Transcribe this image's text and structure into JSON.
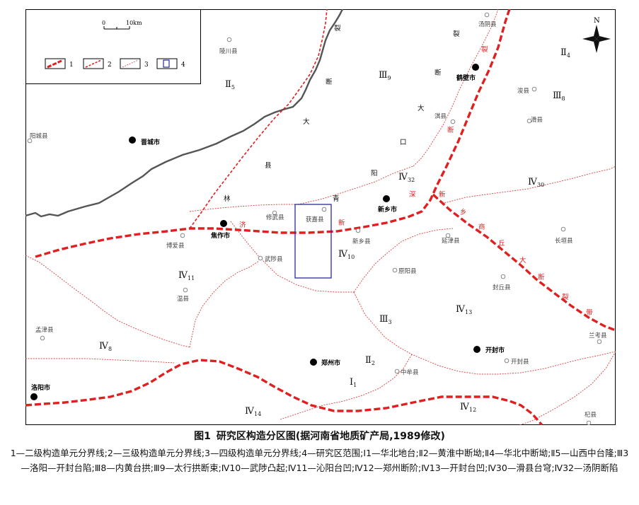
{
  "map": {
    "scale_bar": {
      "start": "0",
      "end": "10km"
    },
    "north_label": "N",
    "legend": [
      {
        "key": "1",
        "label": "1",
        "meaning_ref": "caption"
      },
      {
        "key": "2",
        "label": "2"
      },
      {
        "key": "3",
        "label": "3"
      },
      {
        "key": "4",
        "label": "4"
      }
    ],
    "colors": {
      "level2": "#e02020",
      "level3": "#e02020",
      "level4": "#d94040",
      "river": "#555555",
      "study_area": "#2a2aa0",
      "frame": "#000000"
    },
    "cities": [
      {
        "id": "jincheng",
        "name": "晋城市",
        "kind": "major"
      },
      {
        "id": "hebi",
        "name": "鹤壁市",
        "kind": "major"
      },
      {
        "id": "xinxiang",
        "name": "新乡市",
        "kind": "major"
      },
      {
        "id": "jiaozuo",
        "name": "焦作市",
        "kind": "major"
      },
      {
        "id": "kaifeng",
        "name": "开封市",
        "kind": "major"
      },
      {
        "id": "zhengzhou",
        "name": "郑州市",
        "kind": "major"
      },
      {
        "id": "luoyang",
        "name": "洛阳市",
        "kind": "major"
      }
    ],
    "counties": [
      {
        "id": "lingchuan",
        "name": "陵川县"
      },
      {
        "id": "tangyin",
        "name": "汤阴县"
      },
      {
        "id": "xunxian",
        "name": "浚县"
      },
      {
        "id": "huaxian",
        "name": "滑县"
      },
      {
        "id": "qixian",
        "name": "淇县"
      },
      {
        "id": "yangcheng",
        "name": "阳城县"
      },
      {
        "id": "xiuwu",
        "name": "修武县"
      },
      {
        "id": "huojia",
        "name": "获嘉县"
      },
      {
        "id": "boai",
        "name": "博爱县"
      },
      {
        "id": "xinxiangxian",
        "name": "新乡县"
      },
      {
        "id": "yanjin",
        "name": "延津县"
      },
      {
        "id": "changyuan",
        "name": "长垣县"
      },
      {
        "id": "wuzhi",
        "name": "武陟县"
      },
      {
        "id": "yuanyang",
        "name": "原阳县"
      },
      {
        "id": "fengqiu",
        "name": "封丘县"
      },
      {
        "id": "wenxian",
        "name": "温县"
      },
      {
        "id": "mengjin",
        "name": "孟津县"
      },
      {
        "id": "lankao",
        "name": "兰考县"
      },
      {
        "id": "zhongmou",
        "name": "中牟县"
      },
      {
        "id": "kaifengxian",
        "name": "开封县"
      },
      {
        "id": "qixian2",
        "name": "杞县"
      }
    ],
    "fault_labels": {
      "taihang": [
        "裂",
        "断",
        "大",
        "县",
        "林"
      ],
      "taihang2": [
        "裂",
        "断",
        "大",
        "口",
        "阳",
        "青"
      ],
      "jiyuan": [
        "济",
        "新"
      ],
      "xinxiang_shangqiu": [
        "新",
        "乡",
        "商",
        "丘",
        "大",
        "断",
        "裂",
        "带"
      ],
      "hebi_fault": [
        "裂",
        "断",
        "深"
      ]
    },
    "units": [
      {
        "id": "II5",
        "main": "Ⅱ",
        "sub": "5"
      },
      {
        "id": "II4",
        "main": "Ⅱ",
        "sub": "4"
      },
      {
        "id": "III9",
        "main": "Ⅲ",
        "sub": "9"
      },
      {
        "id": "III8",
        "main": "Ⅲ",
        "sub": "8"
      },
      {
        "id": "IV32",
        "main": "Ⅳ",
        "sub": "32"
      },
      {
        "id": "IV30",
        "main": "Ⅳ",
        "sub": "30"
      },
      {
        "id": "IV10",
        "main": "Ⅳ",
        "sub": "10"
      },
      {
        "id": "IV11",
        "main": "Ⅳ",
        "sub": "11"
      },
      {
        "id": "IV13",
        "main": "Ⅳ",
        "sub": "13"
      },
      {
        "id": "III3",
        "main": "Ⅲ",
        "sub": "3"
      },
      {
        "id": "IV8",
        "main": "Ⅳ",
        "sub": "8"
      },
      {
        "id": "II2",
        "main": "Ⅱ",
        "sub": "2"
      },
      {
        "id": "I1",
        "main": "Ⅰ",
        "sub": "1"
      },
      {
        "id": "IV14",
        "main": "Ⅳ",
        "sub": "14"
      },
      {
        "id": "IV12",
        "main": "Ⅳ",
        "sub": "12"
      }
    ]
  },
  "figure": {
    "number": "图1",
    "title": "研究区构造分区图(据河南省地质矿产局,1989修改)",
    "caption": "1—二级构造单元分界线;2—三级构造单元分界线;3—四级构造单元分界线;4—研究区范围;Ⅰ1—华北地台;Ⅱ2—黄淮中断坳;Ⅱ4—华北中断坳;Ⅱ5—山西中台隆;Ⅲ3—洛阳—开封台陷;Ⅲ8—内黄台拱;Ⅲ9—太行拱断束;Ⅳ10—武陟凸起;Ⅳ11—沁阳台凹;Ⅳ12—郑州断阶;Ⅳ13—开封台凹;Ⅳ30—滑县台穹;Ⅳ32—汤阴断陷"
  }
}
